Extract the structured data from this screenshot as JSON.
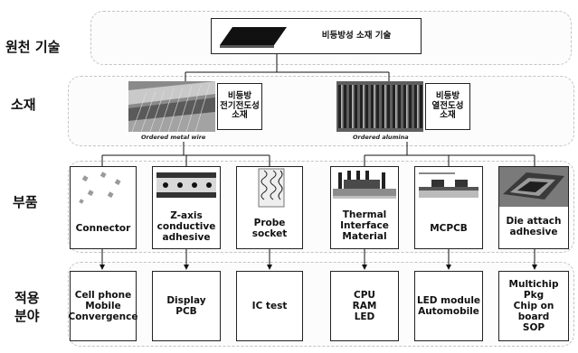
{
  "row_labels": {
    "source": "원천 기술",
    "material": "소재",
    "component": "부품",
    "application_line1": "적용",
    "application_line2": "분야"
  },
  "source_tech": {
    "label": "비등방성 소재 기술"
  },
  "materials": [
    {
      "label_line1": "비등방",
      "label_line2": "전기전도성",
      "label_line3": "소재",
      "caption": "Ordered metal wire"
    },
    {
      "label_line1": "비등방",
      "label_line2": "열전도성",
      "label_line3": "소재",
      "caption": "Ordered alumina"
    }
  ],
  "components": [
    {
      "label": "Connector"
    },
    {
      "label": "Z-axis conductive adhesive"
    },
    {
      "label": "Probe socket"
    },
    {
      "label": "Thermal Interface Material"
    },
    {
      "label": "MCPCB"
    },
    {
      "label": "Die attach adhesive"
    }
  ],
  "applications": [
    {
      "label": "Cell phone\nMobile\nConvergence"
    },
    {
      "label": "Display\nPCB"
    },
    {
      "label": "IC test"
    },
    {
      "label": "CPU\nRAM\nLED"
    },
    {
      "label": "LED module\nAutomobile"
    },
    {
      "label": "Multichip Pkg\nChip on board\nSOP"
    }
  ]
}
